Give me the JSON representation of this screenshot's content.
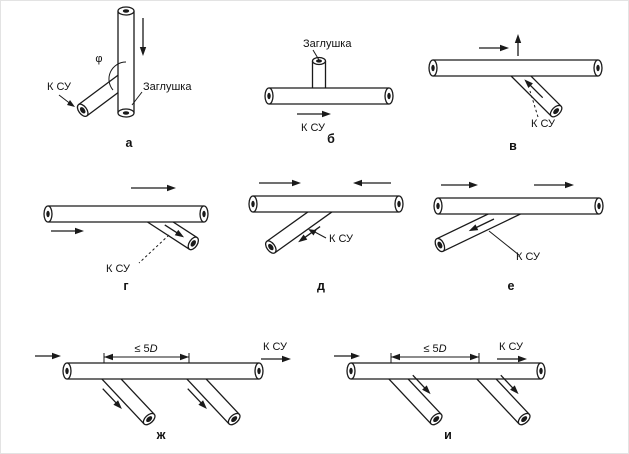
{
  "figure": {
    "background": "#ffffff",
    "ink": "#1a1a1a",
    "labels": {
      "plug": "Заглушка",
      "to_su": "К СУ",
      "phi": "φ",
      "dim_prefix": "≤ 5",
      "dim_symbol": "D"
    },
    "diagrams": [
      {
        "id": "a",
        "caption": "а"
      },
      {
        "id": "b",
        "caption": "б"
      },
      {
        "id": "v",
        "caption": "в"
      },
      {
        "id": "g",
        "caption": "г"
      },
      {
        "id": "d",
        "caption": "д"
      },
      {
        "id": "e",
        "caption": "е"
      },
      {
        "id": "zh",
        "caption": "ж"
      },
      {
        "id": "i",
        "caption": "и"
      }
    ]
  }
}
